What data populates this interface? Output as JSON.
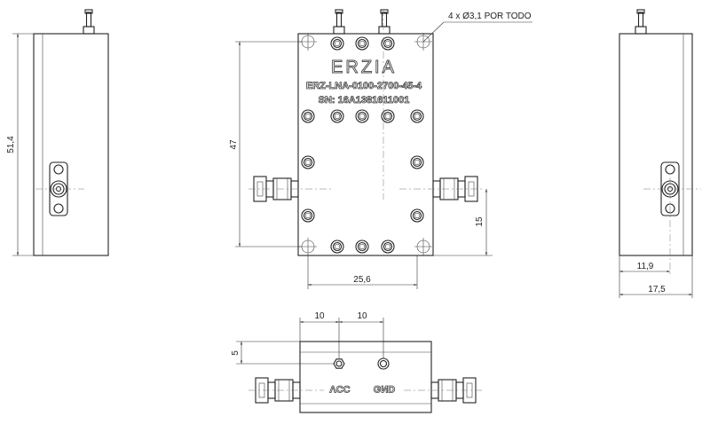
{
  "drawing": {
    "brand_logo": "ERZIA",
    "part_number": "ERZ-LNA-0100-2700-45-4",
    "serial_number": "SN: 16A1381611001",
    "hole_note": "4 x Ø3,1 POR TODO",
    "pin_labels": {
      "vcc": "VCC",
      "gnd": "GND"
    },
    "dimensions": {
      "left_height": "51,4",
      "front_hole_height": "47",
      "front_connector_height": "15",
      "front_hole_width": "25,6",
      "right_connector_offset": "11,9",
      "right_width": "17,5",
      "bottom_vcc_offset": "10",
      "bottom_gnd_offset": "10",
      "bottom_pin_depth": "5"
    }
  }
}
